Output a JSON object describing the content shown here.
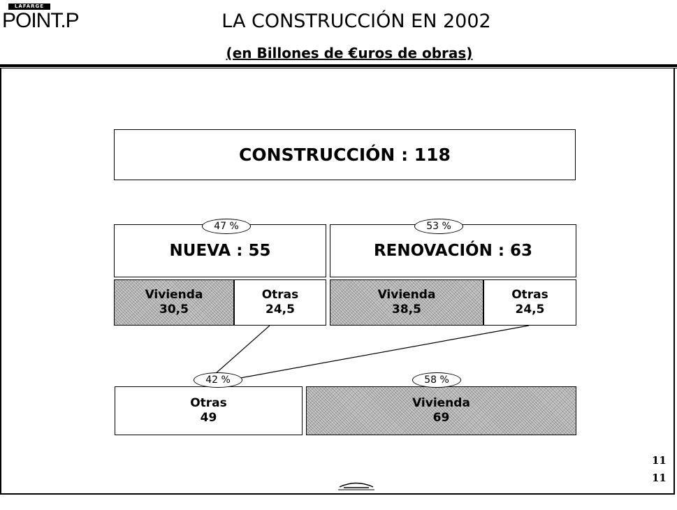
{
  "header": {
    "logo_top": "LAFARGE",
    "logo_main": "POINT.P",
    "title": "LA CONSTRUCCIÓN EN 2002",
    "subtitle": "(en Billones de €uros de obras)"
  },
  "diagram": {
    "total": {
      "label": "CONSTRUCCIÓN",
      "value": "118"
    },
    "nueva": {
      "label": "NUEVA",
      "value": "55",
      "share": "47 %",
      "vivienda": {
        "label": "Vivienda",
        "value": "30,5"
      },
      "otras": {
        "label": "Otras",
        "value": "24,5"
      }
    },
    "renovacion": {
      "label": "RENOVACIÓN",
      "value": "63",
      "share": "53 %",
      "vivienda": {
        "label": "Vivienda",
        "value": "38,5"
      },
      "otras": {
        "label": "Otras",
        "value": "24,5"
      }
    },
    "otras_total": {
      "label": "Otras",
      "value": "49",
      "share": "42 %"
    },
    "vivienda_total": {
      "label": "Vivienda",
      "value": "69",
      "share": "58 %"
    }
  },
  "page_numbers": [
    "11",
    "11"
  ],
  "colors": {
    "hatch_fill": "#c9c9c9",
    "line": "#000000"
  }
}
